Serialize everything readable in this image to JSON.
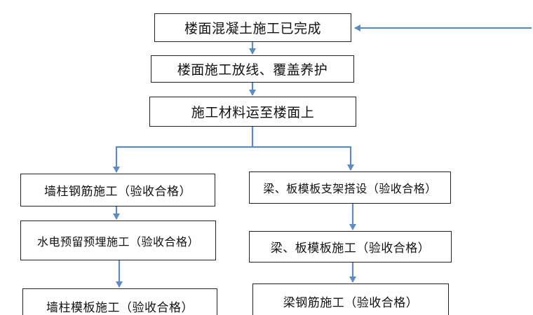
{
  "flowchart": {
    "arrow_color": "#5b8cc3",
    "box_border_color": "#222222",
    "nodes": {
      "slab_concrete_done": "楼面混凝土施工已完成",
      "layout_and_curing": "楼面施工放线、覆盖养护",
      "materials_to_floor": "施工材料运至楼面上",
      "wall_column_rebar": "墙柱钢筋施工（验收合格）",
      "plumbing_electrical_embed": "水电预留预埋施工（验收合格）",
      "wall_column_formwork": "墙柱模板施工（验收合格）",
      "beam_slab_support": "梁、板模板支架搭设（验收合格）",
      "beam_slab_formwork": "梁、板模板施工（验收合格）",
      "beam_rebar": "梁钢筋施工（验收合格）"
    }
  }
}
